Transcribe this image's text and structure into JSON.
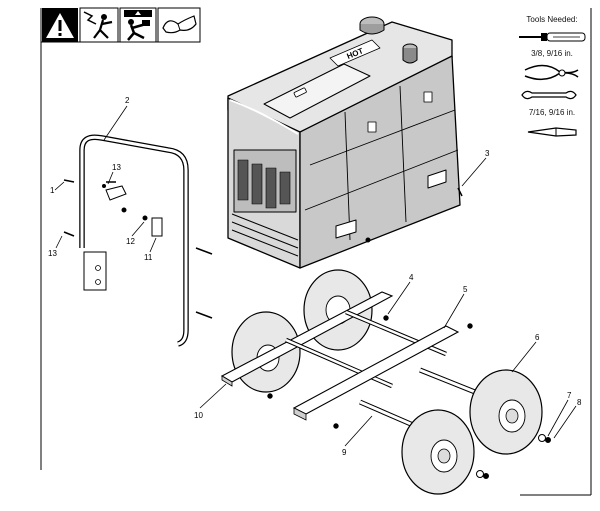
{
  "safety_banner": {
    "icons": [
      "warning-triangle-icon",
      "electric-shock-icon",
      "lifting-hazard-icon",
      "safety-glasses-icon"
    ]
  },
  "tools_panel": {
    "heading": "Tools Needed:",
    "wrench_sizes_1": "3/8, 9/16 in.",
    "wrench_sizes_2": "7/16, 9/16 in.",
    "icons": [
      "screwdriver-icon",
      "pliers-icon",
      "wrench-icon",
      "knife-icon"
    ]
  },
  "diagram": {
    "unit_label": "HOT",
    "callouts": {
      "c1": "1",
      "c2": "2",
      "c3": "3",
      "c4": "4",
      "c5": "5",
      "c6": "6",
      "c7": "7",
      "c8": "8",
      "c9": "9",
      "c10": "10",
      "c11": "11",
      "c12": "12",
      "c13a": "13",
      "c13b": "13"
    }
  }
}
